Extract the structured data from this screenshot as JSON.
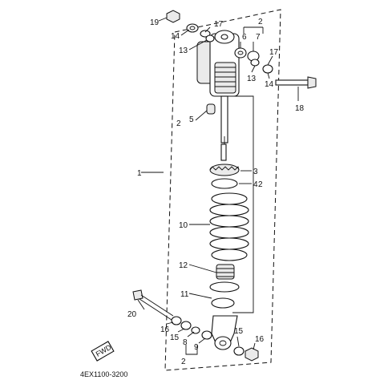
{
  "diagram": {
    "labels": {
      "l1": "1",
      "l2a": "2",
      "l2b": "2",
      "l2c": "2",
      "l2d": "2",
      "l3": "3",
      "l4": "4",
      "l5": "5",
      "l6": "6",
      "l7": "7",
      "l8": "8",
      "l9": "9",
      "l10": "10",
      "l11": "11",
      "l12": "12",
      "l13a": "13",
      "l13b": "13",
      "l14a": "14",
      "l14b": "14",
      "l15a": "15",
      "l15b": "15",
      "l16a": "16",
      "l16b": "16",
      "l17a": "17",
      "l17b": "17",
      "l18": "18",
      "l19": "19",
      "l20": "20"
    },
    "diagram_code": "4EX1100-3200",
    "front_mark": "FWD"
  }
}
